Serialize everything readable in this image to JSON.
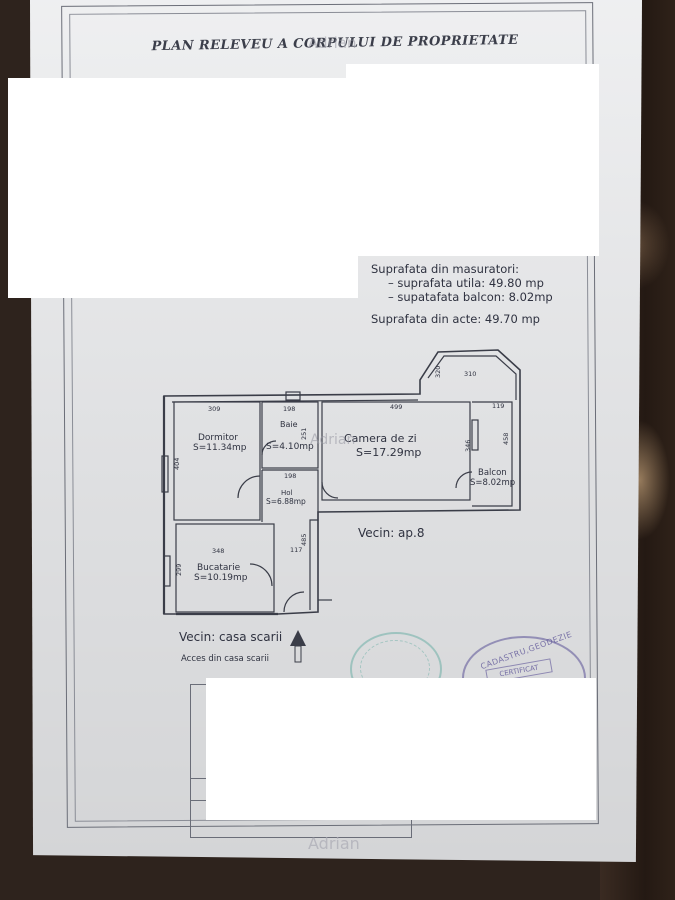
{
  "document": {
    "title": "PLAN RELEVEU A CORPULUI DE PROPRIETATE"
  },
  "measurements": {
    "heading": "Suprafata din masuratori:",
    "utila": "– suprafata utila: 49.80 mp",
    "balcon": "– supatafata balcon: 8.02mp",
    "acte": "Suprafata din acte: 49.70 mp"
  },
  "rooms": {
    "dormitor": {
      "name": "Dormitor",
      "area": "S=11.34mp"
    },
    "baie": {
      "name": "Baie",
      "area": "S=4.10mp"
    },
    "camera": {
      "name": "Camera de zi",
      "area": "S=17.29mp"
    },
    "balcon": {
      "name": "Balcon",
      "area": "S=8.02mp"
    },
    "hol": {
      "name": "Hol",
      "area": "S=6.88mp"
    },
    "bucatarie": {
      "name": "Bucatarie",
      "area": "S=10.19mp"
    }
  },
  "dimensions": {
    "d309": "309",
    "d198a": "198",
    "d499": "499",
    "d119": "119",
    "d320": "320",
    "d310": "310",
    "d404": "404",
    "d251": "251",
    "d346": "346",
    "d458": "458",
    "d198b": "198",
    "d348": "348",
    "d117": "117",
    "d485": "485",
    "d299": "299"
  },
  "neighbors": {
    "ap8": "Vecin: ap.8",
    "scari": "Vecin: casa scarii",
    "acces": "Acces din casa scarii"
  },
  "stamp": {
    "arc": "CADASTRU,GEODEZIE",
    "cert": "CERTIFICAT"
  },
  "watermark": {
    "top": "Adrian",
    "middle": "Adrian",
    "bottom": "Adrian"
  }
}
